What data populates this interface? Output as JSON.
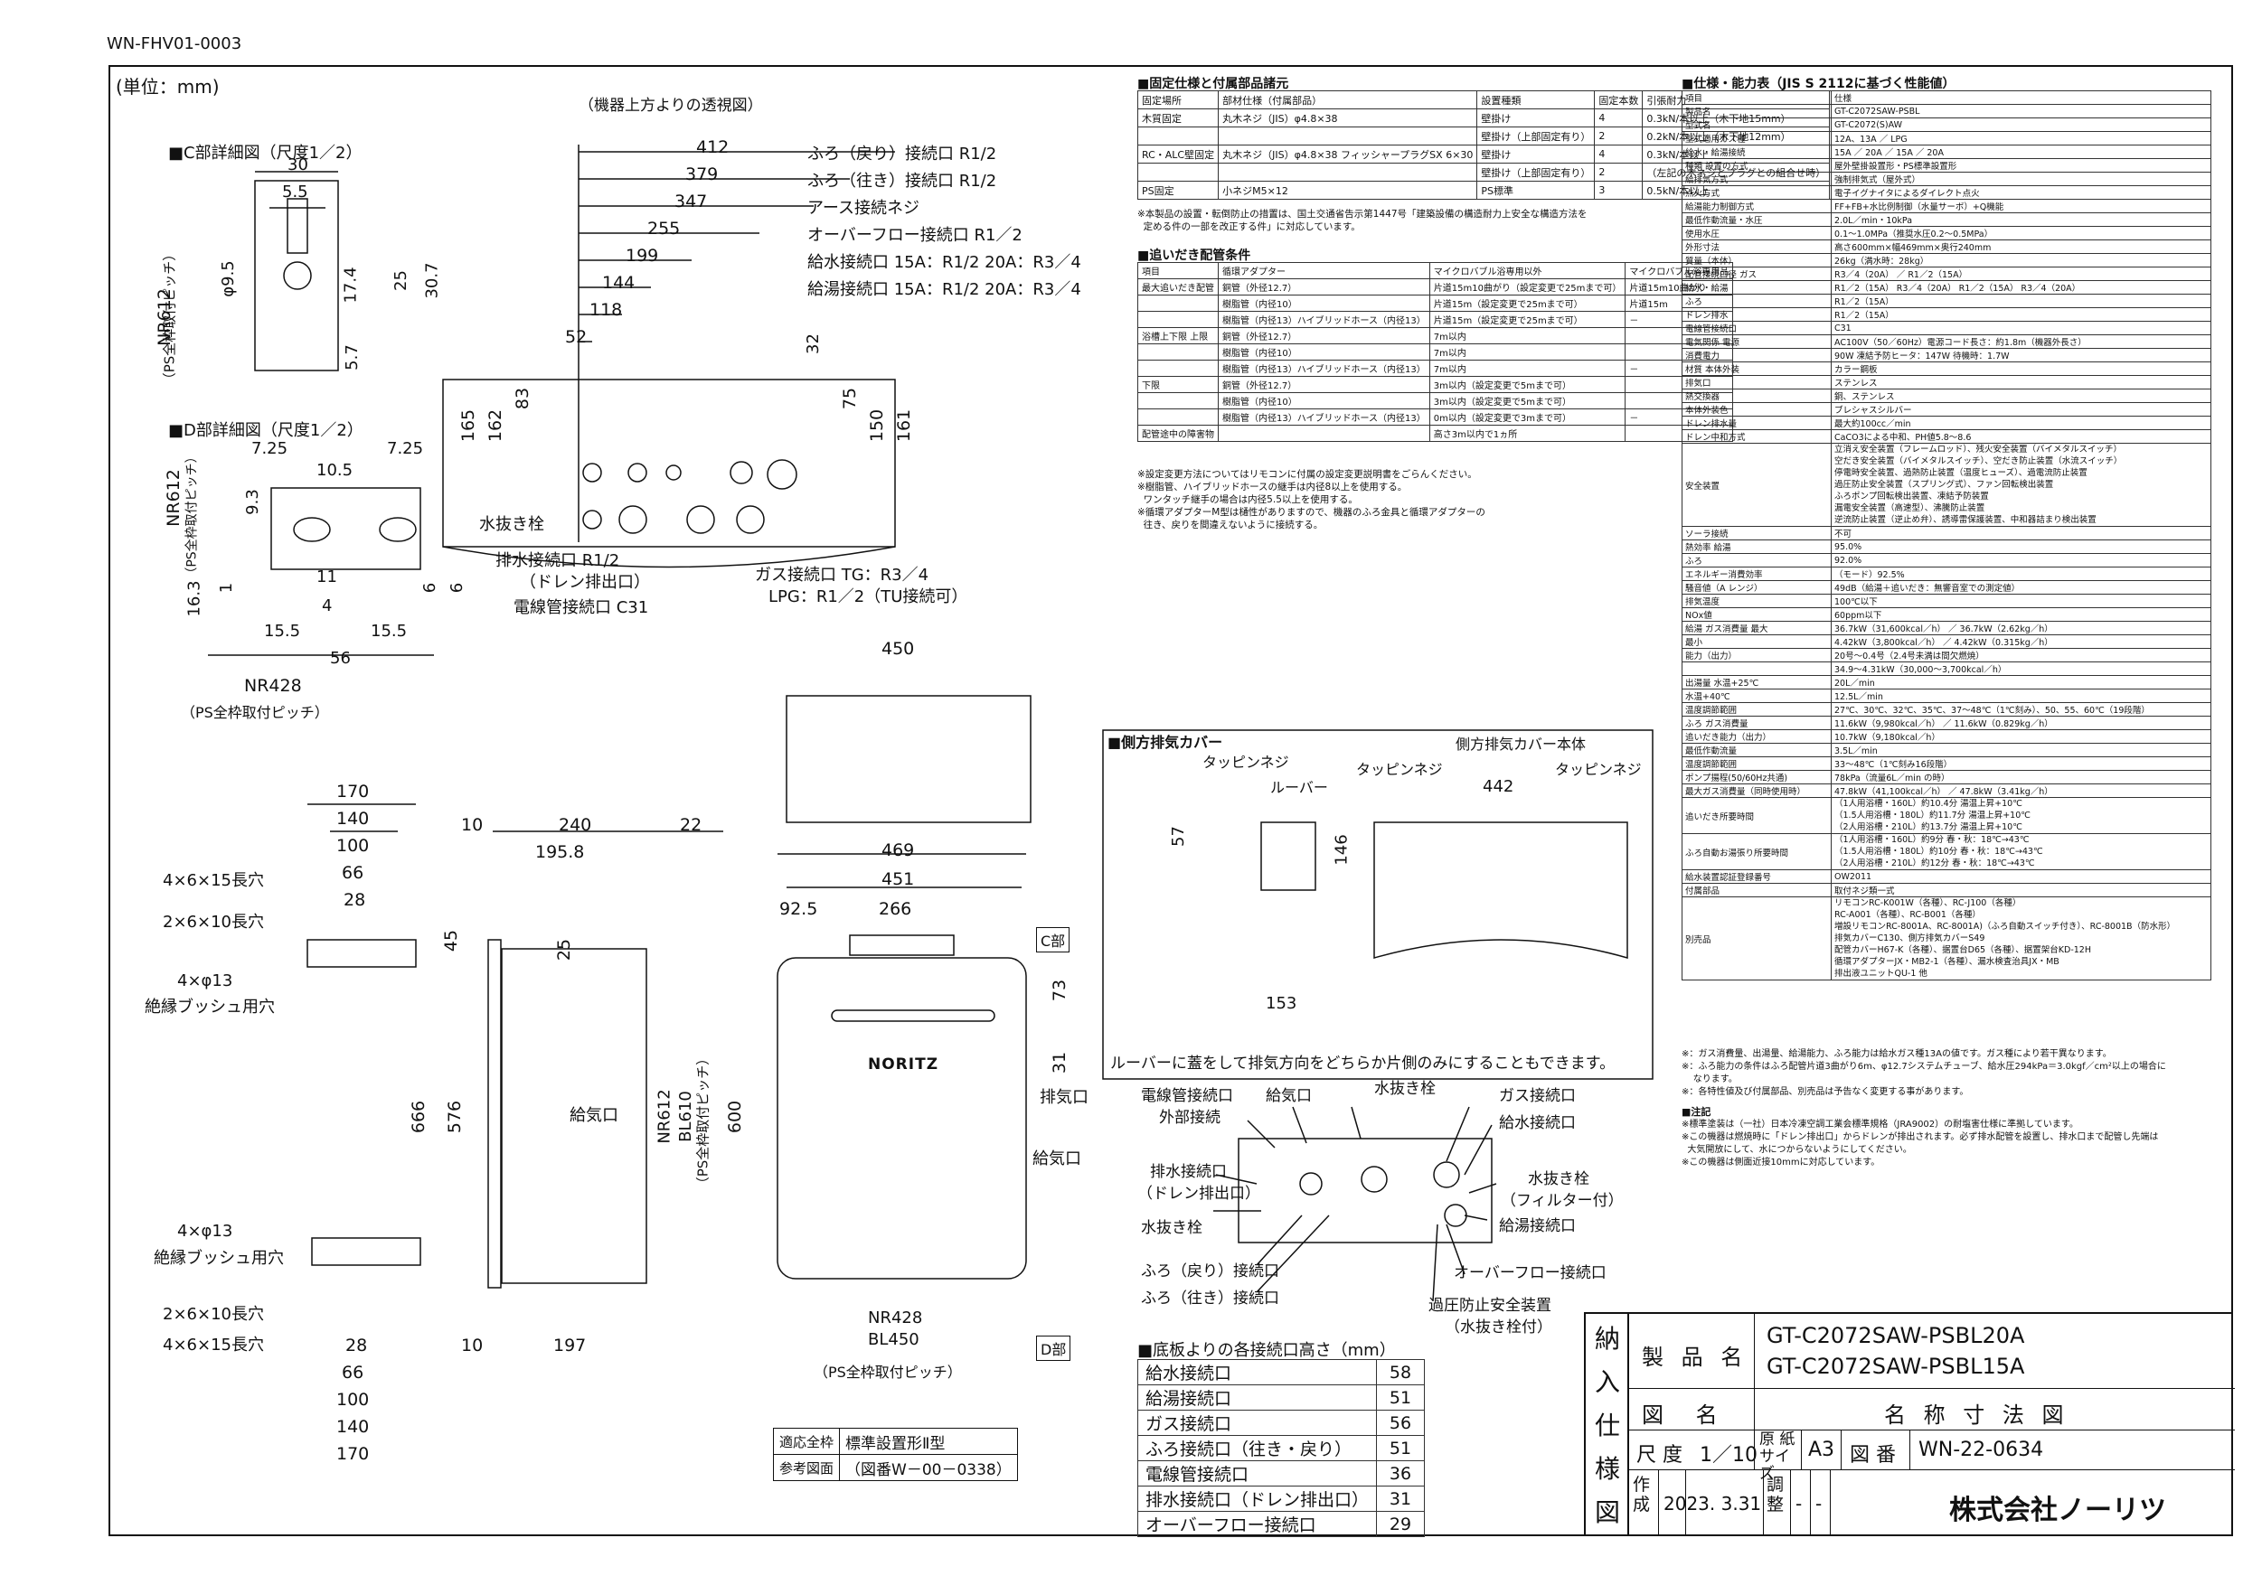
{
  "header": {
    "doc_code": "WN-FHV01-0003",
    "unit": "(単位：mm)",
    "top_view": "（機器上方よりの透視図）"
  },
  "left": {
    "c_detail": "■C部詳細図（尺度1／2）",
    "d_detail": "■D部詳細図（尺度1／2）",
    "c_dims": [
      "30",
      "5.5",
      "φ9.5",
      "17.4",
      "25",
      "30.7",
      "5.7"
    ],
    "d_dims": [
      "7.25",
      "7.25",
      "10.5",
      "9.3",
      "1",
      "16.3",
      "11",
      "4",
      "15.5",
      "15.5",
      "56",
      "6",
      "6"
    ],
    "nr612_c": "NR612",
    "ps_pitch_c": "（PS全枠取付ピッチ）",
    "nr612_d": "NR612",
    "ps_pitch_d": "（PS全枠取付ピッチ）",
    "nr428": "NR428",
    "ps_pitch_bottom": "（PS全枠取付ピッチ）"
  },
  "top_view": {
    "dims": [
      "412",
      "379",
      "347",
      "255",
      "199",
      "144",
      "118",
      "52",
      "32",
      "165",
      "162",
      "83",
      "75",
      "150",
      "161"
    ],
    "labels": {
      "furo_return": "ふろ（戻り）接続口 R1/2",
      "furo_go": "ふろ（往き）接続口 R1/2",
      "earth": "アース接続ネジ",
      "overflow": "オーバーフロー接続口 R1／2",
      "water_in": "給水接続口 15A：R1/2 20A：R3／4",
      "hot_out": "給湯接続口 15A：R1/2 20A：R3／4",
      "drain_plug": "水抜き栓",
      "drain1": "排水接続口 R1/2",
      "drain2": "（ドレン排出口）",
      "power": "電線管接続口 C31",
      "gas1": "ガス接続口 TG：R3／4",
      "gas2": "LPG：R1／2（TU接続可）"
    }
  },
  "bracket": {
    "dims": [
      "170",
      "140",
      "100",
      "66",
      "28"
    ],
    "holes1": "4×6×15長穴",
    "holes2": "2×6×10長穴",
    "holes3": "4×φ13",
    "bushing": "絶縁ブッシュ用穴",
    "bot_holes3": "4×φ13",
    "bot_bushing": "絶縁ブッシュ用穴",
    "bot_holes2": "2×6×10長穴",
    "bot_holes1": "4×6×15長穴",
    "bot_dims": [
      "28",
      "66",
      "100",
      "140",
      "170"
    ]
  },
  "side": {
    "dims": [
      "10",
      "240",
      "22",
      "195.8",
      "45",
      "25",
      "666",
      "576",
      "10",
      "197"
    ],
    "intake": "給気口"
  },
  "front": {
    "dims": [
      "450",
      "469",
      "451",
      "92.5",
      "266",
      "73",
      "31",
      "600"
    ],
    "c_part": "C部",
    "d_part": "D部",
    "exhaust": "排気口",
    "intake": "給気口",
    "nr612": "NR612",
    "bl610": "BL610",
    "ps_pitch": "（PS全枠取付ピッチ）",
    "nr428": "NR428",
    "bl450": "BL450",
    "ps_pitch_bottom": "（PS全枠取付ピッチ）",
    "brand": "NORITZ"
  },
  "ref_table": {
    "rows": [
      [
        "適応全枠",
        "標準設置形Ⅱ型"
      ],
      [
        "参考図面",
        "（図番W－00－0338）"
      ]
    ]
  },
  "side_cover": {
    "title": "■側方排気カバー",
    "labels": {
      "tapping1": "タッピンネジ",
      "louver": "ルーバー",
      "tapping2": "タッピンネジ",
      "body": "側方排気カバー本体",
      "tapping3": "タッピンネジ"
    },
    "dims": [
      "57",
      "146",
      "442",
      "153"
    ],
    "note": "ルーバーに蓋をして排気方向をどちらか片側のみにすることもできます。"
  },
  "bottom_view": {
    "labels": {
      "power": "電線管接続口",
      "ext": "外部接続",
      "intake": "給気口",
      "drain_plug_top": "水抜き栓",
      "gas": "ガス接続口",
      "water": "給水接続口",
      "drain_out": "排水接続口",
      "drain_out2": "（ドレン排出口）",
      "drain_plug_l": "水抜き栓",
      "drain_plug_r": "水抜き栓",
      "filter": "（フィルター付）",
      "hot": "給湯接続口",
      "furo_return": "ふろ（戻り）接続口",
      "furo_go": "ふろ（往き）接続口",
      "overflow": "オーバーフロー接続口",
      "safety": "過圧防止安全装置",
      "safety2": "（水抜き栓付）"
    }
  },
  "height_table": {
    "title": "■底板よりの各接続口高さ（mm）",
    "rows": [
      [
        "給水接続口",
        "58"
      ],
      [
        "給湯接続口",
        "51"
      ],
      [
        "ガス接続口",
        "56"
      ],
      [
        "ふろ接続口（往き・戻り）",
        "51"
      ],
      [
        "電線管接続口",
        "36"
      ],
      [
        "排水接続口（ドレン排出口）",
        "31"
      ],
      [
        "オーバーフロー接続口",
        "29"
      ]
    ]
  },
  "fix_table": {
    "title": "■固定仕様と付属部品諸元",
    "head": [
      "固定場所",
      "部材仕様（付属部品）",
      "設置種類",
      "固定本数",
      "引張耐力"
    ],
    "rows": [
      [
        "木質固定",
        "丸木ネジ（JIS）φ4.8×38",
        "壁掛け",
        "4",
        "0.3kN/本以上（木下地15mm）"
      ],
      [
        "",
        "",
        "壁掛け（上部固定有り）",
        "2",
        "0.2kN/本以上（木下地12mm）"
      ],
      [
        "RC・ALC壁固定",
        "丸木ネジ（JIS）φ4.8×38 フィッシャープラグSX 6×30",
        "壁掛け",
        "4",
        "0.3kN/本以上"
      ],
      [
        "",
        "",
        "壁掛け（上部固定有り）",
        "2",
        "（左記の木ネジとプラグとの組合せ時）"
      ],
      [
        "PS固定",
        "小ネジM5×12",
        "PS標準",
        "3",
        "0.5kN/本以上"
      ]
    ],
    "note": "※本製品の設置・転倒防止の措置は、国土交通省告示第1447号「建築設備の構造耐力上安全な構造方法を\n  定める件の一部を改正する件」に対応しています。"
  },
  "oidaki_table": {
    "title": "■追いだき配管条件",
    "head": [
      "項目",
      "循環アダプター",
      "マイクロバブル浴専用以外",
      "マイクロバブル浴専用品"
    ],
    "rows": [
      [
        "最大追いだき配管",
        "銅管（外径12.7）",
        "片道15m10曲がり（設定変更で25mまで可）",
        "片道15m10曲がり"
      ],
      [
        "",
        "樹脂管（内径10）",
        "片道15m（設定変更で25mまで可）",
        "片道15m"
      ],
      [
        "",
        "樹脂管（内径13）ハイブリッドホース（内径13）",
        "片道15m（設定変更で25mまで可）",
        "－"
      ],
      [
        "浴槽上下限 上限",
        "銅管（外径12.7）",
        "7m以内",
        ""
      ],
      [
        "",
        "樹脂管（内径10）",
        "7m以内",
        ""
      ],
      [
        "",
        "樹脂管（内径13）ハイブリッドホース（内径13）",
        "7m以内",
        "－"
      ],
      [
        "下限",
        "銅管（外径12.7）",
        "3m以内（設定変更で5mまで可）",
        ""
      ],
      [
        "",
        "樹脂管（内径10）",
        "3m以内（設定変更で5mまで可）",
        ""
      ],
      [
        "",
        "樹脂管（内径13）ハイブリッドホース（内径13）",
        "0m以内（設定変更で3mまで可）",
        "－"
      ],
      [
        "配管途中の障害物",
        "",
        "高さ3m以内で1ヵ所",
        ""
      ]
    ],
    "note": "※設定変更方法についてはリモコンに付属の設定変更説明書をごらんください。\n※樹脂管、ハイブリッドホースの継手は内径8以上を使用する。\n  ワンタッチ継手の場合は内径5.5以上を使用する。\n※循環アダプターM型は樋性がありますので、機器のふろ金具と循環アダプターの\n  往き、戻りを間違えないように接続する。"
  },
  "spec": {
    "title": "■仕様・能力表（JIS S 2112に基づく性能値）",
    "rows": [
      [
        "項目",
        "仕様"
      ],
      [
        "製品名",
        "GT-C2072SAW-PSBL"
      ],
      [
        "型式名",
        "GT-C2072(S)AW"
      ],
      [
        "型式適用ガス種",
        "12A、13A ／ LPG"
      ],
      [
        "給水・給湯接続",
        "15A ／ 20A ／ 15A ／ 20A"
      ],
      [
        "種類 設置の方式",
        "屋外壁掛設置形・PS標準設置形"
      ],
      [
        "給排気方式",
        "強制排気式（屋外式）"
      ],
      [
        "点火方式",
        "電子イグナイタによるダイレクト点火"
      ],
      [
        "給湯能力制御方式",
        "FF+FB+水比例制御（水量サーボ）+Q機能"
      ],
      [
        "最低作動流量・水圧",
        "2.0L／min・10kPa"
      ],
      [
        "使用水圧",
        "0.1～1.0MPa（推奨水圧0.2～0.5MPa）"
      ],
      [
        "外形寸法",
        "高さ600mm×幅469mm×奥行240mm"
      ],
      [
        "質量（本体）",
        "26kg（満水時：28kg）"
      ],
      [
        "配管接続口径 ガス",
        "R3／4（20A） ／ R1／2（15A）"
      ],
      [
        "給水・給湯",
        "R1／2（15A） R3／4（20A） R1／2（15A） R3／4（20A）"
      ],
      [
        "ふろ",
        "R1／2（15A）"
      ],
      [
        "ドレン排水",
        "R1／2（15A）"
      ],
      [
        "電線管接続口",
        "C31"
      ],
      [
        "電気関係 電源",
        "AC100V（50／60Hz）電源コード長さ：約1.8m（機器外長さ）"
      ],
      [
        "消費電力",
        "90W 凍結予防ヒータ：147W 待機時：1.7W"
      ],
      [
        "材質 本体外装",
        "カラー鋼板"
      ],
      [
        "排気口",
        "ステンレス"
      ],
      [
        "熱交換器",
        "銅、ステンレス"
      ],
      [
        "本体外装色",
        "ブレシャスシルバー"
      ],
      [
        "ドレン排水量",
        "最大約100cc／min"
      ],
      [
        "ドレン中和方式",
        "CaCO3による中和、PH値5.8～8.6"
      ],
      [
        "安全装置",
        "立消え安全装置（フレームロッド）、残火安全装置（バイメタルスイッチ）\n空だき安全装置（バイメタルスイッチ）、空だき防止装置（水流スイッチ）\n停電時安全装置、過熱防止装置（温度ヒューズ）、過電流防止装置\n過圧防止安全装置（スプリング式）、ファン回転検出装置\nふろポンプ回転検出装置、凍結予防装置\n漏電安全装置（高速型）、沸騰防止装置\n逆流防止装置（逆止め弁）、誘導雷保護装置、中和器詰まり検出装置"
      ],
      [
        "ソーラ接続",
        "不可"
      ],
      [
        "熱効率 給湯",
        "95.0%"
      ],
      [
        "ふろ",
        "92.0%"
      ],
      [
        "エネルギー消費効率",
        "（モード）92.5%"
      ],
      [
        "騒音値（A レンジ）",
        "49dB（給湯＋追いだき：無響音室での測定値）"
      ],
      [
        "排気温度",
        "100℃以下"
      ],
      [
        "NOx値",
        "60ppm以下"
      ],
      [
        "給湯 ガス消費量 最大",
        "36.7kW（31,600kcal／h） ／ 36.7kW（2.62kg／h）"
      ],
      [
        "最小",
        "4.42kW（3,800kcal／h） ／ 4.42kW（0.315kg／h）"
      ],
      [
        "能力（出力）",
        "20号～0.4号（2.4号未満は間欠燃焼）"
      ],
      [
        "",
        "34.9～4.31kW（30,000～3,700kcal／h）"
      ],
      [
        "出湯量 水温+25℃",
        "20L／min"
      ],
      [
        "水温+40℃",
        "12.5L／min"
      ],
      [
        "温度調節範囲",
        "27℃、30℃、32℃、35℃、37～48℃（1℃刻み）、50、55、60℃（19段階）"
      ],
      [
        "ふろ ガス消費量",
        "11.6kW（9,980kcal／h） ／ 11.6kW（0.829kg／h）"
      ],
      [
        "追いだき能力（出力）",
        "10.7kW（9,180kcal／h）"
      ],
      [
        "最低作動流量",
        "3.5L／min"
      ],
      [
        "温度調節範囲",
        "33～48℃（1℃刻み16段階）"
      ],
      [
        "ポンプ揚程(50/60Hz共通)",
        "78kPa（流量6L／min の時）"
      ],
      [
        "最大ガス消費量（同時使用時）",
        "47.8kW（41,100kcal／h） ／ 47.8kW（3.41kg／h）"
      ],
      [
        "追いだき所要時間",
        "（1人用浴槽・160L）約10.4分 湯温上昇+10℃\n（1.5人用浴槽・180L）約11.7分 湯温上昇+10℃\n（2人用浴槽・210L）約13.7分 湯温上昇+10℃"
      ],
      [
        "ふろ自動お湯張り所要時間",
        "（1人用浴槽・160L）約9分 春・秋：18℃→43℃\n（1.5人用浴槽・180L）約10分 春・秋：18℃→43℃\n（2人用浴槽・210L）約12分 春・秋：18℃→43℃"
      ],
      [
        "給水装置認証登録番号",
        "OW2011"
      ],
      [
        "付属部品",
        "取付ネジ類一式"
      ],
      [
        "別売品",
        "リモコンRC-K001W（各種）、RC-J100（各種）\nRC-A001（各種）、RC-B001（各種）\n増設リモコンRC-8001A、RC-8001A)（ふろ自動スイッチ付き）、RC-8001B（防水形）\n排気カバーC130、側方排気カバーS49\n配管カバーH67-K（各種）、据置台D65（各種）、据置架台KD-12H\n循環アダプターJX・MB2-1（各種）、漏水検査治具JX・MB\n排出液ユニットQU-1 他"
      ]
    ],
    "notes": "※：ガス消費量、出湯量、給湯能力、ふろ能力は給水ガス種13Aの値です。ガス種により若干異なります。\n※：ふろ能力の条件はふろ配管片道3曲がり6m、φ12.7システムチューブ、給水圧294kPa＝3.0kgf／cm²以上の場合に\n    なります。\n※：各特性値及び付属部品、別売品は予告なく変更する事があります。",
    "caution_title": "■注記",
    "caution": "※標準塗装は（一社）日本冷凍空調工業会標準規格（JRA9002）の耐塩害仕様に準拠しています。\n※この機器は燃焼時に「ドレン排出口」からドレンが排出されます。必ず排水配管を設置し、排水口まで配管し先端は\n  大気開放にして、水につからないようにしてください。\n※この機器は側面近接10mmに対応しています。"
  },
  "title_block": {
    "vertical": [
      "納",
      "入",
      "仕",
      "様",
      "図"
    ],
    "product_label": "製 品 名",
    "product1": "GT-C2072SAW-PSBL20A",
    "product2": "GT-C2072SAW-PSBL15A",
    "drawing_label": "図 名",
    "drawing_name": "名 称 寸 法 図",
    "scale_label": "尺 度",
    "scale": "1／10",
    "paper_label": "原 紙 サイズ",
    "paper": "A3",
    "num_label": "図 番",
    "num": "WN-22-0634",
    "made_label": "作 成",
    "date": "2023. 3.31",
    "adj_label": "調 整",
    "adj1": "-",
    "adj2": "-",
    "company": "株式会社ノーリツ"
  }
}
